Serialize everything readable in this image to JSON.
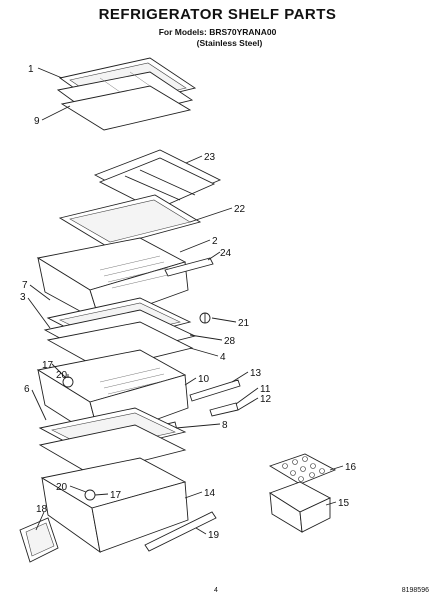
{
  "header": {
    "title": "REFRIGERATOR SHELF PARTS",
    "models_line": "For Models: BRS70YRANA00",
    "finish_line": "(Stainless Steel)"
  },
  "callouts": [
    "1",
    "9",
    "23",
    "22",
    "2",
    "24",
    "7",
    "3",
    "21",
    "28",
    "4",
    "17",
    "20",
    "10",
    "13",
    "6",
    "11",
    "12",
    "8",
    "16",
    "15",
    "20",
    "17",
    "14",
    "18",
    "19"
  ],
  "footer": {
    "page_number": "4",
    "doc_number": "8198596"
  }
}
